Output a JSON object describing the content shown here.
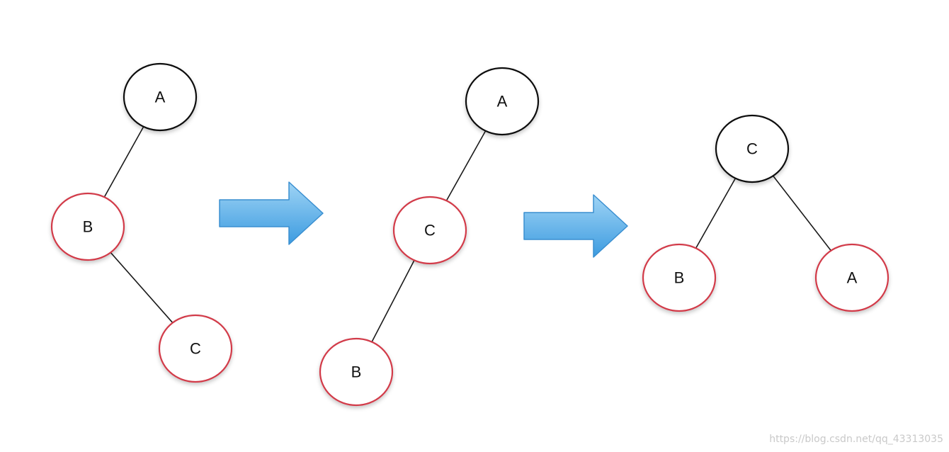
{
  "colors": {
    "black_node": "#111111",
    "red_node": "#d23a48",
    "arrow_fill_top": "#9fd4f5",
    "arrow_fill_bottom": "#3c9be0",
    "arrow_stroke": "#3a8fd0"
  },
  "panels": [
    {
      "name": "panel-1",
      "nodes": [
        {
          "id": "p1-a",
          "label": "A",
          "color": "black"
        },
        {
          "id": "p1-b",
          "label": "B",
          "color": "red"
        },
        {
          "id": "p1-c",
          "label": "C",
          "color": "red"
        }
      ],
      "edges": [
        [
          "p1-a",
          "p1-b"
        ],
        [
          "p1-b",
          "p1-c"
        ]
      ]
    },
    {
      "name": "panel-2",
      "nodes": [
        {
          "id": "p2-a",
          "label": "A",
          "color": "black"
        },
        {
          "id": "p2-c",
          "label": "C",
          "color": "red"
        },
        {
          "id": "p2-b",
          "label": "B",
          "color": "red"
        }
      ],
      "edges": [
        [
          "p2-a",
          "p2-c"
        ],
        [
          "p2-c",
          "p2-b"
        ]
      ]
    },
    {
      "name": "panel-3",
      "nodes": [
        {
          "id": "p3-c",
          "label": "C",
          "color": "black"
        },
        {
          "id": "p3-b",
          "label": "B",
          "color": "red"
        },
        {
          "id": "p3-a",
          "label": "A",
          "color": "red"
        }
      ],
      "edges": [
        [
          "p3-c",
          "p3-b"
        ],
        [
          "p3-c",
          "p3-a"
        ]
      ]
    }
  ],
  "arrows": [
    {
      "name": "arrow-1",
      "icon": "right-arrow-icon"
    },
    {
      "name": "arrow-2",
      "icon": "right-arrow-icon"
    }
  ],
  "watermark": "https://blog.csdn.net/qq_43313035"
}
